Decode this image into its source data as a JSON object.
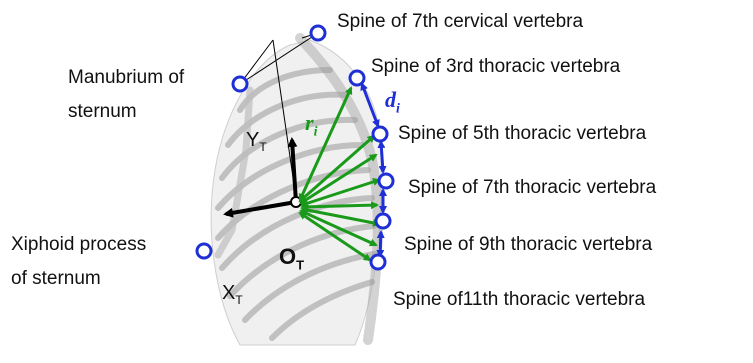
{
  "landmarks": {
    "c7": "Spine of 7th cervical vertebra",
    "t3": "Spine of 3rd thoracic vertebra",
    "t5": "Spine of 5th thoracic vertebra",
    "t7": "Spine of 7th thoracic vertebra",
    "t9": "Spine of 9th thoracic vertebra",
    "t11": "Spine of11th thoracic vertebra",
    "manubrium_line1": "Manubrium of",
    "manubrium_line2": "sternum",
    "xiphoid_line1": "Xiphoid process",
    "xiphoid_line2": "of sternum"
  },
  "symbols": {
    "r": "r",
    "r_sub": "i",
    "d": "d",
    "d_sub": "i",
    "y_axis": "Y",
    "y_axis_sub": "T",
    "x_axis": "X",
    "x_axis_sub": "T",
    "origin": "O",
    "origin_sub": "T"
  },
  "colors": {
    "marker": "#1f2fd6",
    "distance_arrow": "#1f2fd6",
    "radius_arrow": "#1a9a1a",
    "axis": "#000000"
  }
}
